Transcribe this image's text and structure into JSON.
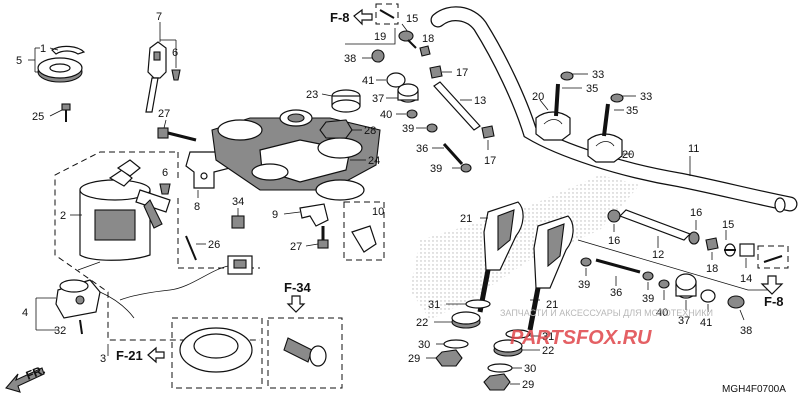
{
  "diagram_code": "MGH4F0700A",
  "direction_label": "FR.",
  "references": {
    "f8_top": "F-8",
    "f8_right": "F-8",
    "f21": "F-21",
    "f34": "F-34"
  },
  "watermark": {
    "line1": "ЗАПЧАСТИ И АКСЕССУАРЫ ДЛЯ МОТОТЕХНИКИ",
    "line2": "PARTSFOX.RU"
  },
  "numbers": {
    "n1": "1",
    "n5": "5",
    "n25": "25",
    "n7": "7",
    "n6a": "6",
    "n27a": "27",
    "n2": "2",
    "n6b": "6",
    "n8": "8",
    "n34": "34",
    "n26": "26",
    "n4": "4",
    "n32": "32",
    "n3": "3",
    "n23": "23",
    "n28": "28",
    "n24": "24",
    "n9": "9",
    "n27b": "27",
    "n10": "10",
    "n38a": "38",
    "n19": "19",
    "n15a": "15",
    "n18a": "18",
    "n41a": "41",
    "n17a": "17",
    "n37a": "37",
    "n13": "13",
    "n40a": "40",
    "n39a": "39",
    "n36a": "36",
    "n17b": "17",
    "n39b": "39",
    "n11": "11",
    "n33a": "33",
    "n35a": "35",
    "n20a": "20",
    "n33b": "33",
    "n35b": "35",
    "n20b": "20",
    "n21a": "21",
    "n16a": "16",
    "n16b": "16",
    "n15b": "15",
    "n12": "12",
    "n18b": "18",
    "n14": "14",
    "n39c": "39",
    "n36b": "36",
    "n39d": "39",
    "n40b": "40",
    "n41b": "41",
    "n37b": "37",
    "n38b": "38",
    "n31a": "31",
    "n21b": "21",
    "n22a": "22",
    "n30a": "30",
    "n29a": "29",
    "n31b": "31",
    "n22b": "22",
    "n30b": "30",
    "n29b": "29"
  }
}
